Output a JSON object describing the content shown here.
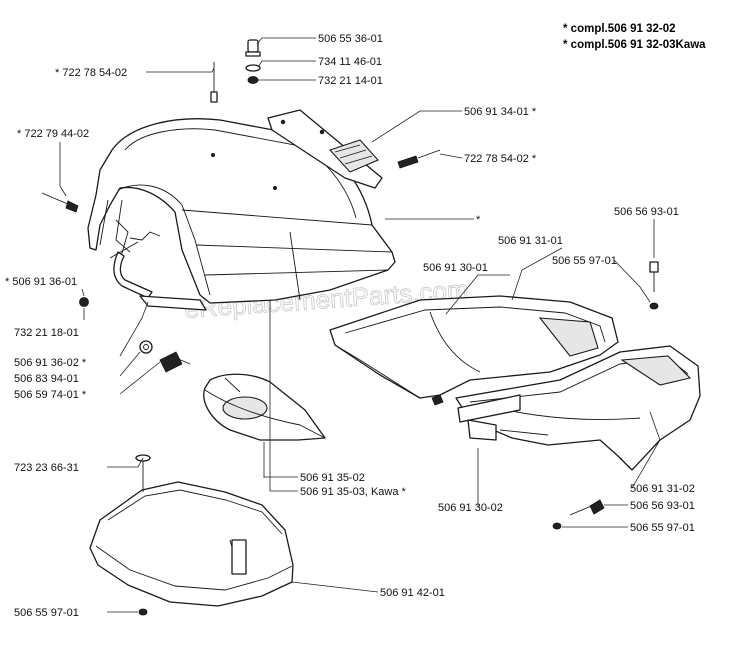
{
  "header": {
    "line1": "* compl.506 91 32-02",
    "line2": "* compl.506 91 32-03Kawa"
  },
  "watermark": "eReplacementParts.com",
  "labels": {
    "l_5065536": "506 55 36-01",
    "l_7341146": "734 11 46-01",
    "l_7322114": "732 21 14-01",
    "l_7227854a": "* 722 78 54-02",
    "l_7227944": "* 722 79 44-02",
    "l_5069134": "506 91 34-01 *",
    "l_7227854b": "722 78 54-02 *",
    "l_star": "*",
    "l_5065693a": "506 56 93-01",
    "l_5069131": "506 91 31-01",
    "l_5069130a": "506 91 30-01",
    "l_5065597a": "506 55 97-01",
    "l_5069136a": "* 506 91 36-01",
    "l_7322118": "732 21 18-01",
    "l_5069136b": "506 91 36-02 *",
    "l_5068394": "506 83 94-01",
    "l_5065974": "506 59 74-01 *",
    "l_7232366": "723 23 66-31",
    "l_5069135a": "506 91 35-02",
    "l_5069135b": "506 91 35-03, Kawa *",
    "l_5069130b": "506 91 30-02",
    "l_5069131b": "506 91 31-02",
    "l_5065693b": "506 56 93-01",
    "l_5065597b": "506 55 97-01",
    "l_5069142": "506 91 42-01",
    "l_5065597c": "506 55 97-01"
  }
}
